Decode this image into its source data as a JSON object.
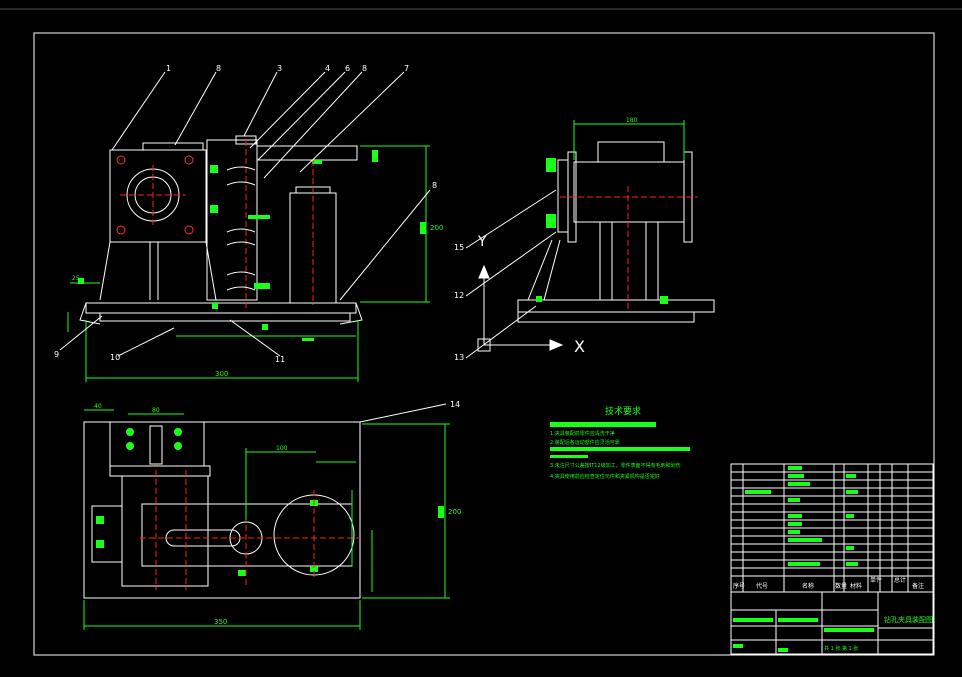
{
  "drawing": {
    "balloons": [
      "1",
      "8",
      "3",
      "4",
      "6",
      "8",
      "7",
      "8",
      "9",
      "10",
      "11",
      "15",
      "12",
      "13",
      "14"
    ],
    "axis_labels": {
      "y": "Y",
      "x": "X"
    },
    "dims": {
      "front_overall": "300",
      "front_small": "25",
      "front_height": "200",
      "side_top": "180",
      "plan_overall": "350",
      "plan_height": "200",
      "plan_small1": "40",
      "plan_small2": "80",
      "plan_small3": "100"
    },
    "tech_title": "技术要求",
    "tech_lines": [
      "1.夹具装配前零件应清洗干净",
      "2.装配后各运动部件应灵活可靠",
      "3.未注尺寸公差按IT12级加工，零件表面不得有毛刺和划伤",
      "4.夹具使用前应检查定位元件和夹紧机构是否完好"
    ],
    "title_block": {
      "drawing_name": "钻孔夹具装配图",
      "header": [
        "序号",
        "代号",
        "名称",
        "数量",
        "材料",
        "单件",
        "总计",
        "备注"
      ],
      "sheet": "共 1 张  第 1 张"
    }
  },
  "colors": {
    "line": "#ffffff",
    "accent": "#1aff1a",
    "center": "#ff2020",
    "background": "#000000"
  }
}
